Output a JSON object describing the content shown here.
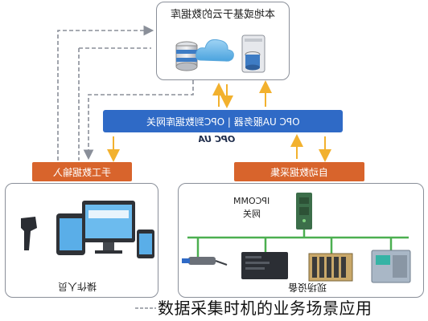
{
  "cloud_db": {
    "title": "本地或基于云的数据库"
  },
  "server_bar": {
    "text": "OPC UA服务器 | OPC到数据库网关"
  },
  "opcua_logo": {
    "text": "OPC UA"
  },
  "manual_input": {
    "label": "手工数据输入"
  },
  "auto_collect": {
    "label": "自动数据采集"
  },
  "operator": {
    "label": "操作人员"
  },
  "field_device": {
    "label": "现场设备"
  },
  "ipcomm": {
    "line1": "IPCOMM",
    "line2": "网关"
  },
  "caption": {
    "text": "数据采集时机的业务场景应用"
  }
}
